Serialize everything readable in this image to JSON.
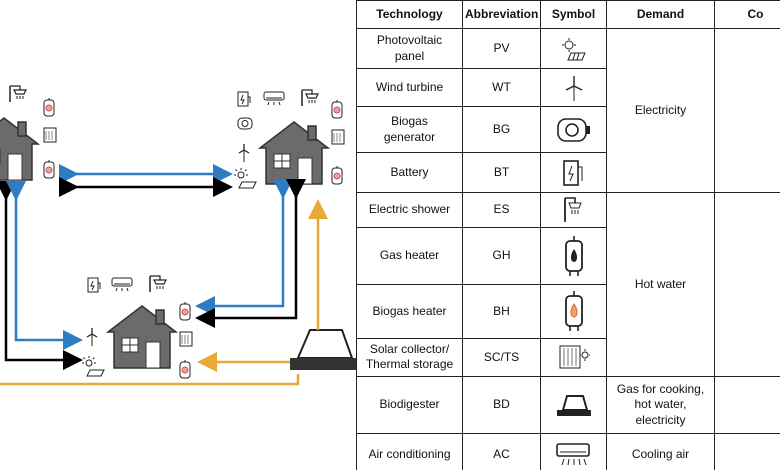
{
  "table": {
    "headers": [
      "Technology",
      "Abbreviation",
      "Symbol",
      "Demand",
      "Co"
    ],
    "rows": [
      {
        "tech": "Photovoltaic\npanel",
        "abbr": "PV",
        "icon": "solar-panel-icon"
      },
      {
        "tech": "Wind turbine",
        "abbr": "WT",
        "icon": "wind-turbine-icon"
      },
      {
        "tech": "Biogas\ngenerator",
        "abbr": "BG",
        "icon": "generator-icon"
      },
      {
        "tech": "Battery",
        "abbr": "BT",
        "icon": "battery-icon"
      },
      {
        "tech": "Electric shower",
        "abbr": "ES",
        "icon": "shower-icon"
      },
      {
        "tech": "Gas heater",
        "abbr": "GH",
        "icon": "gas-heater-icon"
      },
      {
        "tech": "Biogas heater",
        "abbr": "BH",
        "icon": "biogas-heater-icon"
      },
      {
        "tech": "Solar collector/\nThermal storage",
        "abbr": "SC/TS",
        "icon": "solar-collector-icon"
      },
      {
        "tech": "Biodigester",
        "abbr": "BD",
        "icon": "biodigester-icon"
      },
      {
        "tech": "Air conditioning",
        "abbr": "AC",
        "icon": "air-conditioner-icon"
      }
    ],
    "demands": {
      "electricity": "Electricity",
      "hot_water": "Hot water",
      "gas": "Gas for cooking,\nhot water,\nelectricity",
      "cooling": "Cooling air"
    },
    "last_conn_text": "co"
  },
  "colors": {
    "electricity": "#000000",
    "hot_water": "#2e7dc4",
    "biogas": "#e8a838",
    "house": "#6b6b6b"
  }
}
